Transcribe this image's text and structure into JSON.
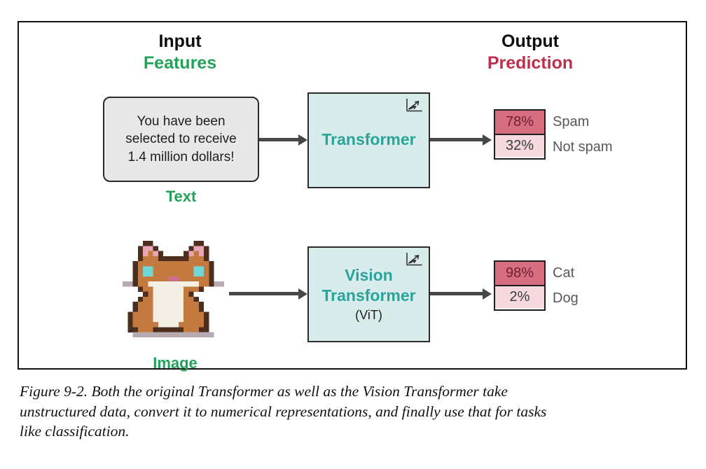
{
  "figure": {
    "columns": {
      "input_title": "Input",
      "input_subtitle": "Features",
      "output_title": "Output",
      "output_subtitle": "Prediction"
    },
    "text_row": {
      "input_lines": [
        "You have been",
        "selected to receive",
        "1.4 million dollars!"
      ],
      "input_label": "Text",
      "model": {
        "line1": "Transformer",
        "line2": "",
        "subtitle": ""
      },
      "predictions": [
        {
          "value": "78%",
          "label": "Spam"
        },
        {
          "value": "32%",
          "label": "Not spam"
        }
      ]
    },
    "image_row": {
      "input_label": "Image",
      "model": {
        "line1": "Vision",
        "line2": "Transformer",
        "subtitle": "(ViT)"
      },
      "predictions": [
        {
          "value": "98%",
          "label": "Cat"
        },
        {
          "value": "2%",
          "label": "Dog"
        }
      ]
    },
    "model_icon": "hand-drawn-axes-with-vector-arrows-icon",
    "cat_pixel_art": {
      "palette": {
        "k": "#4b2e1d",
        "o": "#c47a3e",
        "p": "#eba6b6",
        "e": "#72d6d2",
        "n": "#cf6f8e",
        "w": "#f4efe5",
        "s": "#b7abb1"
      },
      "rows": [
        "....kk........kk....",
        "...kppk......kppk...",
        "...kpopk....kpopk...",
        "...koookkkkkkoook...",
        "..kooooooooooooook..",
        "..koeeooooooooeeok..",
        "..koeeooooooooeeok..",
        "..koooooonnooooook..",
        "sskoowwwwwwwwwwookss",
        "...koowwwwwwoook....",
        "....kowwwwwwok......",
        "...koowwwwwwook.....",
        "..kooowwwwwwoook....",
        "..kooowwwwwwoook....",
        ".koooowwwwwwooook...",
        ".koooowwwwwwooook...",
        ".kooooowwwwoooook...",
        ".kkoookkkkkkoookk...",
        "..ssssssssssssssss.."
      ]
    }
  },
  "caption": {
    "lines": [
      "Figure 9-2. Both the original Transformer as well as the Vision Transformer take",
      "unstructured data, convert it to numerical representations, and finally use that for tasks",
      "like classification."
    ]
  },
  "colors": {
    "green": "#21a35a",
    "red": "#bf2f4b",
    "teal_text": "#2aa39a",
    "teal_fill": "#d8edeb",
    "strong_pink_fill": "#d76e80",
    "strong_pink_text": "#6f1f2f",
    "weak_pink_fill": "#f5d9de",
    "gray_label": "#58585a"
  }
}
